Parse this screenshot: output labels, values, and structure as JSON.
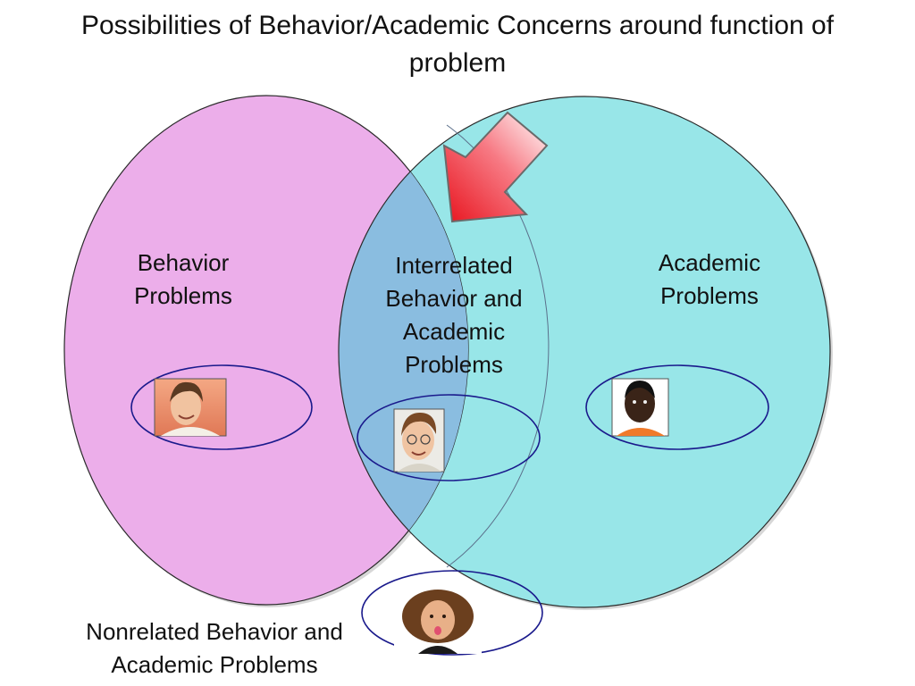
{
  "title": "Possibilities of Behavior/Academic Concerns around function of problem",
  "regions": {
    "behavior": {
      "line1": "Behavior",
      "line2": "Problems"
    },
    "interrelated": {
      "line1": "Interrelated",
      "line2": "Behavior and",
      "line3": "Academic",
      "line4": "Problems"
    },
    "academic": {
      "line1": "Academic",
      "line2": "Problems"
    },
    "nonrelated": {
      "line1": "Nonrelated Behavior and",
      "line2": "Academic Problems"
    }
  },
  "colors": {
    "behavior_circle": "#ecaeea",
    "academic_circle": "#98e6e8",
    "overlap": "#8abde0",
    "ring_outline": "#1a1a8c",
    "arrow_red": "#ee2030"
  },
  "icons": {
    "arrow": "down-left-arrow-icon",
    "child_photo": "child-portrait-icon"
  }
}
